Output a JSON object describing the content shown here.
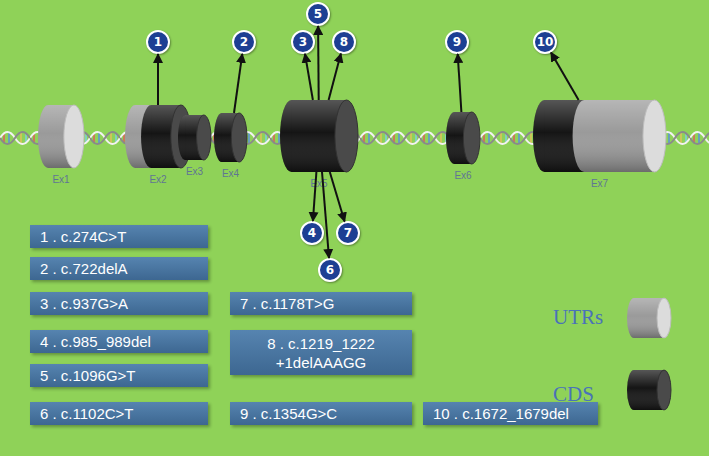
{
  "diagram": {
    "nodes": [
      {
        "text": [
          "Ex1"
        ]
      },
      {
        "text": [
          "Ex2"
        ]
      },
      {
        "text": [
          "Ex3"
        ]
      },
      {
        "text": [
          "Ex4"
        ]
      },
      {
        "text": [
          "Ex5"
        ]
      },
      {
        "text": [
          "Ex6"
        ]
      },
      {
        "text": [
          "Ex7"
        ]
      },
      {
        "text": [
          "1"
        ]
      },
      {
        "text": [
          "2"
        ]
      },
      {
        "text": [
          "3"
        ]
      },
      {
        "text": [
          "4"
        ]
      },
      {
        "text": [
          "5"
        ]
      },
      {
        "text": [
          "6"
        ]
      },
      {
        "text": [
          "7"
        ]
      },
      {
        "text": [
          "8"
        ]
      },
      {
        "text": [
          "9"
        ]
      },
      {
        "text": [
          "10"
        ]
      },
      {
        "text": [
          "1 . c.274C>T"
        ]
      },
      {
        "text": [
          "2 . c.722delA"
        ]
      },
      {
        "text": [
          "3 . c.937G>A"
        ]
      },
      {
        "text": [
          "4 . c.985_989del"
        ]
      },
      {
        "text": [
          "5 . c.1096G>T"
        ]
      },
      {
        "text": [
          "6 . c.1102C>T"
        ]
      },
      {
        "text": [
          "7 . c.1178T>G"
        ]
      },
      {
        "text": [
          "8 . c.1219_1222 +1delAAAGG"
        ]
      },
      {
        "text": [
          "9 . c.1354G>C"
        ]
      },
      {
        "text": [
          "10 . c.1672_1679del"
        ]
      }
    ],
    "edges": [
      {
        "from": 1,
        "to": 7,
        "arrow": "to"
      },
      {
        "from": 3,
        "to": 8,
        "arrow": "to"
      },
      {
        "from": 4,
        "to": 9,
        "arrow": "to"
      },
      {
        "from": 4,
        "to": 10,
        "arrow": "to"
      },
      {
        "from": 4,
        "to": 11,
        "arrow": "to"
      },
      {
        "from": 4,
        "to": 12,
        "arrow": "to"
      },
      {
        "from": 4,
        "to": 13,
        "arrow": "to"
      },
      {
        "from": 4,
        "to": 14,
        "arrow": "to"
      },
      {
        "from": 5,
        "to": 15,
        "arrow": "to"
      },
      {
        "from": 6,
        "to": 16,
        "arrow": "to"
      }
    ],
    "legend": [
      {
        "text": "UTRs"
      },
      {
        "text": "CDS"
      }
    ]
  }
}
